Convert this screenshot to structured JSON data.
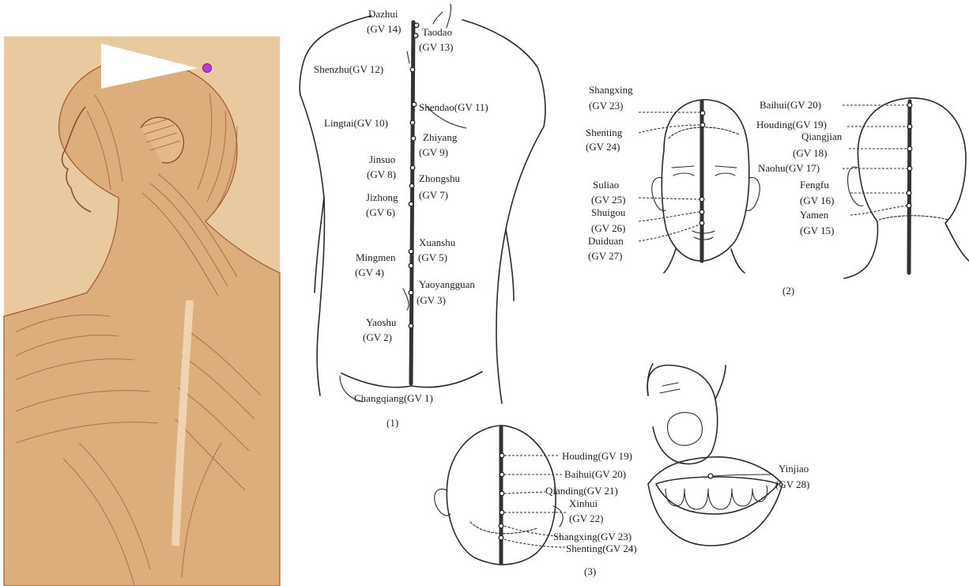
{
  "illustration": {
    "marker_color": "#c23ad6",
    "background_color": "#e9c9a0"
  },
  "figure1": {
    "caption": "(1)",
    "labels": {
      "dazhui": "Dazhui",
      "gv14": "(GV 14)",
      "taodao": "Taodao",
      "gv13": "(GV 13)",
      "shenzhu": "Shenzhu(GV 12)",
      "shendao": "Shendao(GV 11)",
      "lingtai": "Lingtai(GV 10)",
      "zhiyang": "Zhiyang",
      "gv9": "(GV 9)",
      "jinsuo": "Jinsuo",
      "gv8": "(GV 8)",
      "zhongshu": "Zhongshu",
      "gv7": "(GV 7)",
      "jizhong": "Jizhong",
      "gv6": "(GV 6)",
      "xuanshu": "Xuanshu",
      "mingmen": "Mingmen",
      "gv5": "(GV 5)",
      "gv4": "(GV 4)",
      "yaoyangguan": "Yaoyangguan",
      "gv3": "(GV 3)",
      "yaoshu": "Yaoshu",
      "gv2": "(GV 2)",
      "changqiang": "Changqiang(GV 1)"
    }
  },
  "figure2": {
    "caption": "(2)",
    "labels": {
      "shangxing": "Shangxing",
      "gv23": "(GV 23)",
      "shenting": "Shenting",
      "gv24": "(GV 24)",
      "suliao": "Suliao",
      "gv25": "(GV 25)",
      "shuigou": "Shuigou",
      "gv26": "(GV 26)",
      "duiduan": "Duiduan",
      "gv27": "(GV 27)",
      "baihui": "Baihui(GV 20)",
      "houding": "Houding(GV 19)",
      "qiangjian": "Qiangjian",
      "gv18": "(GV 18)",
      "naohu": "Naohu(GV 17)",
      "fengfu": "Fengfu",
      "gv16": "(GV 16)",
      "yamen": "Yamen",
      "gv15": "(GV 15)"
    }
  },
  "figure3": {
    "caption": "(3)",
    "labels": {
      "houding": "Houding(GV 19)",
      "baihui": "Baihui(GV 20)",
      "qianding": "Qianding(GV 21)",
      "xinhui": "Xinhui",
      "gv22": "(GV 22)",
      "shangxing": "Shangxing(GV 23)",
      "shenting": "Shenting(GV 24)"
    }
  },
  "figure_mouth": {
    "labels": {
      "yinjiao": "Yinjiao",
      "gv28": "(GV 28)"
    }
  }
}
